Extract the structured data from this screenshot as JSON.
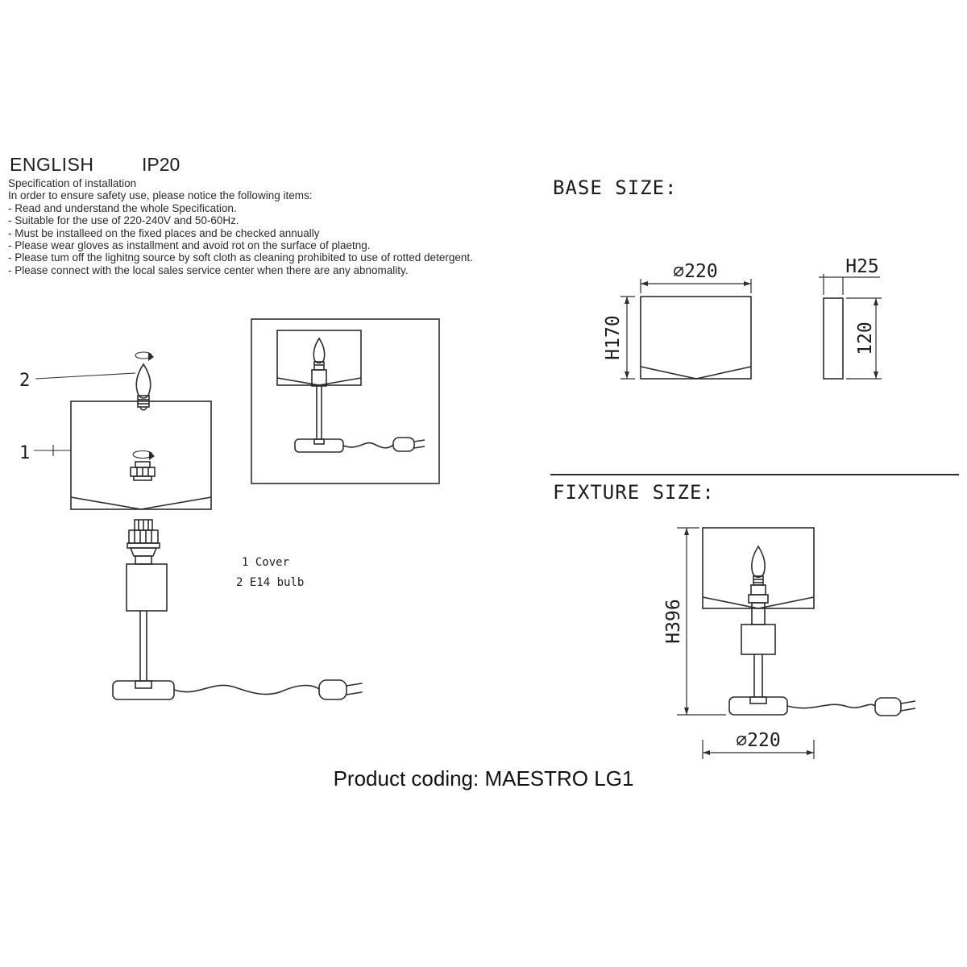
{
  "header": {
    "language": "ENGLISH",
    "ip_rating": "IP20"
  },
  "spec": {
    "title": "Specification of installation",
    "intro": "In order to ensure safety use, please notice the following items:",
    "items": [
      "- Read and understand the whole Specification.",
      "- Suitable for the use of 220-240V and 50-60Hz.",
      "- Must be installeed on the fixed places and be checked annually",
      "- Please wear gloves as installment and avoid rot on the surface of plaetng.",
      "- Please tum off the lighitng source by soft cloth as cleaning prohibited to use of rotted detergent.",
      "- Please connect with the local sales service center when there are any abnomality."
    ]
  },
  "base_size": {
    "title": "BASE SIZE:",
    "diameter": "⌀220",
    "height": "H170",
    "thickness": "H25",
    "depth": "120"
  },
  "fixture_size": {
    "title": "FIXTURE SIZE:",
    "height": "H396",
    "diameter": "⌀220"
  },
  "parts": {
    "callout_1": "1",
    "callout_2": "2",
    "legend": [
      "1 Cover",
      "2 E14 bulb"
    ]
  },
  "footer": {
    "product_coding": "Product coding: MAESTRO LG1"
  }
}
